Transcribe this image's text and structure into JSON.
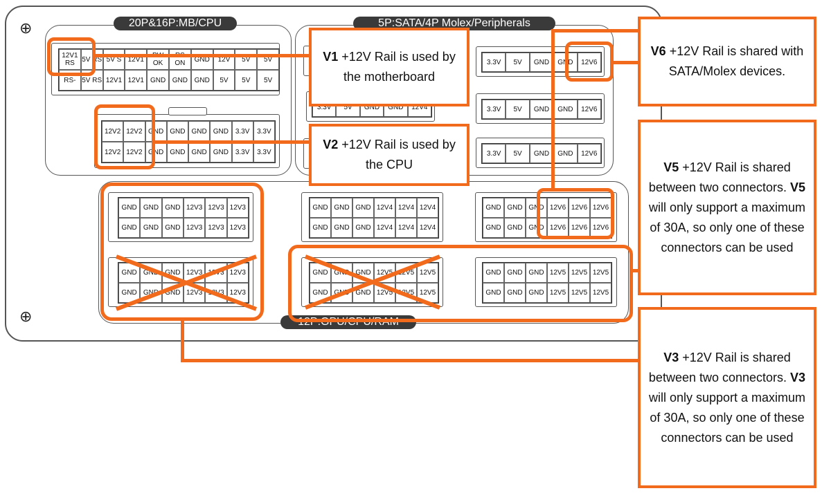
{
  "tabs": {
    "mb_cpu": "20P&16P:MB/CPU",
    "periph": "5P:SATA/4P Molex/Peripherals",
    "gpu": "12P:GPU/CPU/RAM"
  },
  "mb24": [
    [
      "12V1 RS",
      "5V RS",
      "5V S",
      "12V1",
      "PW OK",
      "RS ON",
      "GND",
      "12V",
      "5V",
      "5V"
    ],
    [
      "RS-",
      "5V RS",
      "12V1",
      "12V1",
      "GND",
      "GND",
      "GND",
      "5V",
      "5V",
      "5V"
    ]
  ],
  "cpu16": [
    [
      "12V2",
      "12V2",
      "GND",
      "GND",
      "GND",
      "GND",
      "3.3V",
      "3.3V"
    ],
    [
      "12V2",
      "12V2",
      "GND",
      "GND",
      "GND",
      "GND",
      "3.3V",
      "3.3V"
    ]
  ],
  "periph_left": [
    "3.3V",
    "5V",
    "GND",
    "GND",
    "12V4"
  ],
  "periph_right": [
    "3.3V",
    "5V",
    "GND",
    "GND",
    "12V6"
  ],
  "gpu_v3": [
    [
      "GND",
      "GND",
      "GND",
      "12V3",
      "12V3",
      "12V3"
    ],
    [
      "GND",
      "GND",
      "GND",
      "12V3",
      "12V3",
      "12V3"
    ]
  ],
  "gpu_v4": [
    [
      "GND",
      "GND",
      "GND",
      "12V4",
      "12V4",
      "12V4"
    ],
    [
      "GND",
      "GND",
      "GND",
      "12V4",
      "12V4",
      "12V4"
    ]
  ],
  "gpu_v6": [
    [
      "GND",
      "GND",
      "GND",
      "12V6",
      "12V6",
      "12V6"
    ],
    [
      "GND",
      "GND",
      "GND",
      "12V6",
      "12V6",
      "12V6"
    ]
  ],
  "gpu_v5": [
    [
      "GND",
      "GND",
      "GND",
      "12V5",
      "12V5",
      "12V5"
    ],
    [
      "GND",
      "GND",
      "GND",
      "12V5",
      "12V5",
      "12V5"
    ]
  ],
  "callouts": {
    "v1": {
      "rail": "V1",
      "text": " +12V Rail is used by the motherboard"
    },
    "v2": {
      "rail": "V2",
      "text": " +12V Rail is used by the CPU"
    },
    "v6": {
      "rail": "V6",
      "text": " +12V Rail is shared with SATA/Molex devices."
    },
    "v5": {
      "rail": "V5",
      "text1": " +12V Rail is shared between two connectors. ",
      "rail2": "V5",
      "text2": " will only support a maximum of 30A, so only one of these connectors can be used"
    },
    "v3": {
      "rail": "V3",
      "text1": " +12V Rail is shared between two connectors. ",
      "rail2": "V3",
      "text2": " will only support a maximum of 30A, so only one of these connectors can be used"
    }
  },
  "colors": {
    "accent": "#f26a1b",
    "tab_bg": "#3a3a3a",
    "outline": "#555555"
  },
  "icons": {
    "screw": "plus-in-circle"
  }
}
